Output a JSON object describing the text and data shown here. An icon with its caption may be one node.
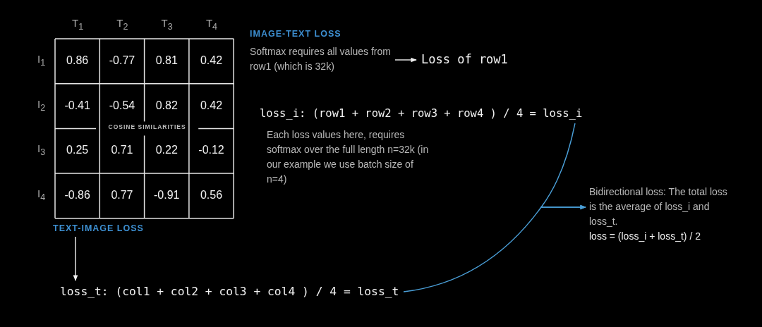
{
  "diagram": {
    "nodes": [
      {
        "text": [
          "Softmax requires all values from row1 (which is 32k)"
        ]
      },
      {
        "text": [
          "Loss of row1"
        ]
      },
      {
        "text": [
          "TEXT-IMAGE LOSS"
        ]
      },
      {
        "text": [
          "loss_t: (col1 + col2 + col3 + col4 ) / 4 = loss_t"
        ]
      },
      {
        "text": [
          "loss_i: (row1 + row2 + row3 + row4 ) / 4 = loss_i"
        ]
      },
      {
        "text": [
          "Bidirectional loss: The total loss is the average of loss_i and loss_t.",
          "loss = (loss_i + loss_t) / 2"
        ]
      }
    ],
    "edges": [
      {
        "from": 0,
        "to": 1,
        "arrow": "to"
      },
      {
        "from": 2,
        "to": 3,
        "arrow": "to"
      },
      {
        "from": 4,
        "to": 5,
        "arrow": "to",
        "color": "#4a9fd8"
      },
      {
        "from": 3,
        "to": 5,
        "arrow": "to",
        "color": "#4a9fd8"
      }
    ],
    "labels": [
      "T$_{1}$",
      "T$_{2}$",
      "T$_{3}$",
      "T$_{4}$",
      "I$_{1}$",
      "0.86",
      "-0.77",
      "0.81",
      "0.42",
      "I$_{2}$",
      "-0.41",
      "-0.54",
      "0.82",
      "0.42",
      "COSINE SIMILARITIES",
      "I$_{3}$",
      "0.25",
      "0.71",
      "0.22",
      "-0.12",
      "I$_{4}$",
      "-0.86",
      "0.77",
      "-0.91",
      "0.56",
      "IMAGE-TEXT LOSS",
      "Each loss values here, requires softmax over the full length n=32k (in our example we use batch size of n=4)"
    ]
  }
}
